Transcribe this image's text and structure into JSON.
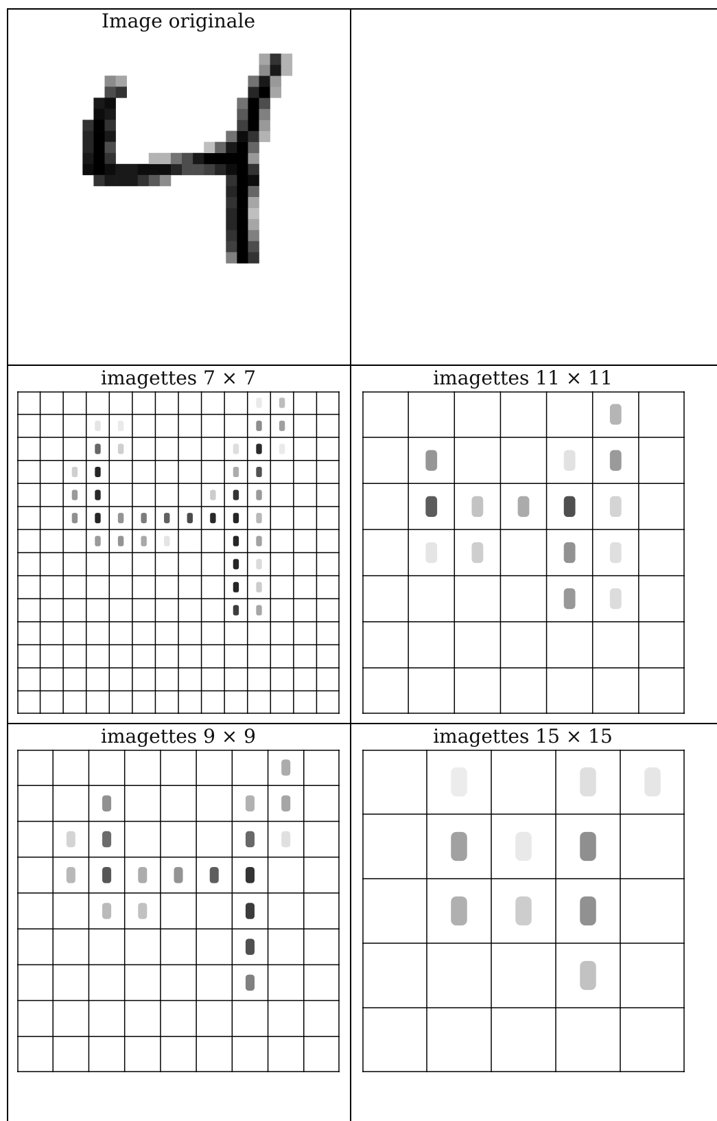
{
  "panels": [
    {
      "id": "original",
      "title": "Image originale"
    },
    {
      "id": "p7",
      "title": "imagettes 7 × 7",
      "grid": 14,
      "size": 7
    },
    {
      "id": "p11",
      "title": "imagettes 11 × 11",
      "grid": 7,
      "size": 11
    },
    {
      "id": "p9",
      "title": "imagettes 9 × 9",
      "grid": 9,
      "size": 9
    },
    {
      "id": "p15",
      "title": "imagettes 15 × 15",
      "grid": 5,
      "size": 15
    }
  ],
  "digit": {
    "label": "4",
    "rows": 28,
    "cols": 28,
    "pixels": [
      [
        3,
        7,
        0.45
      ],
      [
        3,
        8,
        0.35
      ],
      [
        4,
        7,
        0.7
      ],
      [
        4,
        8,
        0.8
      ],
      [
        5,
        6,
        0.9
      ],
      [
        5,
        7,
        0.95
      ],
      [
        6,
        6,
        0.95
      ],
      [
        6,
        7,
        0.9
      ],
      [
        7,
        5,
        0.8
      ],
      [
        7,
        6,
        1
      ],
      [
        7,
        7,
        0.8
      ],
      [
        8,
        5,
        0.85
      ],
      [
        8,
        6,
        1
      ],
      [
        8,
        7,
        0.9
      ],
      [
        9,
        5,
        0.85
      ],
      [
        9,
        6,
        1
      ],
      [
        9,
        7,
        0.7
      ],
      [
        10,
        5,
        0.9
      ],
      [
        10,
        6,
        1
      ],
      [
        10,
        7,
        0.8
      ],
      [
        11,
        5,
        0.95
      ],
      [
        11,
        6,
        1
      ],
      [
        11,
        7,
        0.95
      ],
      [
        11,
        8,
        0.9
      ],
      [
        11,
        9,
        0.9
      ],
      [
        11,
        10,
        0.95
      ],
      [
        11,
        11,
        0.95
      ],
      [
        11,
        12,
        0.95
      ],
      [
        11,
        13,
        0.85
      ],
      [
        11,
        14,
        0.7
      ],
      [
        11,
        15,
        0.7
      ],
      [
        11,
        16,
        0.75
      ],
      [
        11,
        17,
        0.85
      ],
      [
        12,
        6,
        0.8
      ],
      [
        12,
        7,
        0.9
      ],
      [
        12,
        8,
        0.9
      ],
      [
        12,
        9,
        0.9
      ],
      [
        12,
        10,
        0.8
      ],
      [
        12,
        11,
        0.65
      ],
      [
        12,
        12,
        0.45
      ],
      [
        10,
        11,
        0.3
      ],
      [
        10,
        12,
        0.3
      ],
      [
        10,
        13,
        0.55
      ],
      [
        10,
        14,
        0.7
      ],
      [
        10,
        15,
        0.9
      ],
      [
        10,
        16,
        1
      ],
      [
        10,
        17,
        1
      ],
      [
        10,
        18,
        1
      ],
      [
        10,
        19,
        1
      ],
      [
        10,
        20,
        0.4
      ],
      [
        9,
        16,
        0.25
      ],
      [
        9,
        17,
        0.6
      ],
      [
        9,
        18,
        0.9
      ],
      [
        9,
        19,
        1
      ],
      [
        9,
        20,
        0.6
      ],
      [
        8,
        18,
        0.55
      ],
      [
        8,
        19,
        0.95
      ],
      [
        8,
        20,
        0.8
      ],
      [
        8,
        21,
        0.3
      ],
      [
        7,
        19,
        0.75
      ],
      [
        7,
        20,
        1
      ],
      [
        7,
        21,
        0.4
      ],
      [
        6,
        19,
        0.65
      ],
      [
        6,
        20,
        1
      ],
      [
        6,
        21,
        0.5
      ],
      [
        5,
        19,
        0.55
      ],
      [
        5,
        20,
        1
      ],
      [
        5,
        21,
        0.7
      ],
      [
        4,
        20,
        0.85
      ],
      [
        4,
        21,
        1
      ],
      [
        4,
        22,
        0.35
      ],
      [
        3,
        20,
        0.55
      ],
      [
        3,
        21,
        0.9
      ],
      [
        3,
        22,
        0.4
      ],
      [
        2,
        21,
        0.45
      ],
      [
        2,
        22,
        0.9
      ],
      [
        2,
        23,
        0.3
      ],
      [
        1,
        21,
        0.35
      ],
      [
        1,
        22,
        0.8
      ],
      [
        1,
        23,
        0.3
      ],
      [
        11,
        18,
        0.95
      ],
      [
        11,
        19,
        1
      ],
      [
        11,
        20,
        0.8
      ],
      [
        12,
        18,
        0.8
      ],
      [
        12,
        19,
        1
      ],
      [
        12,
        20,
        0.95
      ],
      [
        13,
        18,
        0.85
      ],
      [
        13,
        19,
        1
      ],
      [
        13,
        20,
        0.6
      ],
      [
        14,
        18,
        0.8
      ],
      [
        14,
        19,
        1
      ],
      [
        14,
        20,
        0.35
      ],
      [
        15,
        18,
        0.85
      ],
      [
        15,
        19,
        1
      ],
      [
        15,
        20,
        0.25
      ],
      [
        16,
        18,
        0.85
      ],
      [
        16,
        19,
        1
      ],
      [
        16,
        20,
        0.35
      ],
      [
        17,
        18,
        0.8
      ],
      [
        17,
        19,
        1
      ],
      [
        17,
        20,
        0.5
      ],
      [
        18,
        18,
        0.75
      ],
      [
        18,
        19,
        1
      ],
      [
        18,
        20,
        0.7
      ],
      [
        19,
        18,
        0.5
      ],
      [
        19,
        19,
        1
      ],
      [
        19,
        20,
        0.8
      ]
    ]
  }
}
